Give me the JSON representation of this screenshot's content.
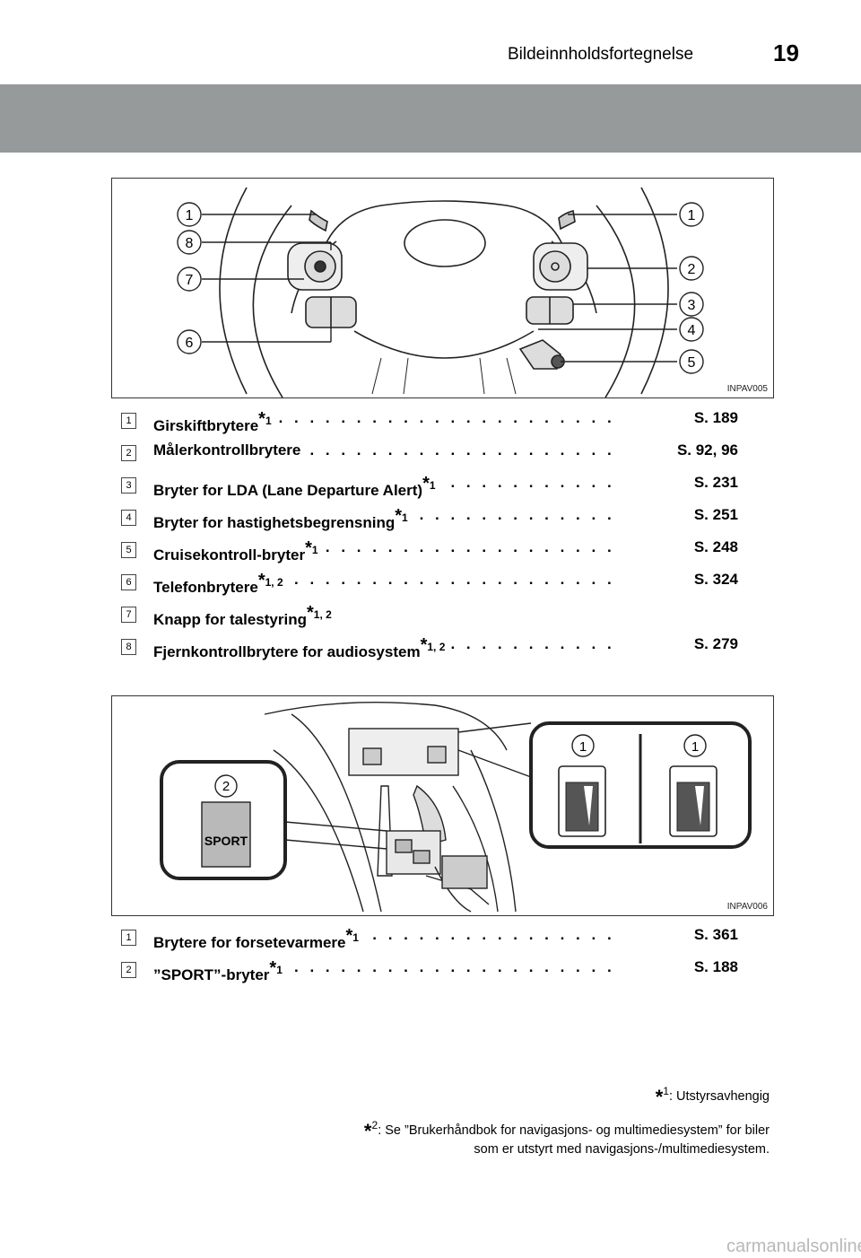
{
  "header": {
    "title": "Bildeinnholdsfortegnelse",
    "page_number": "19"
  },
  "figure1": {
    "code": "INPAV005",
    "callouts": [
      "1",
      "8",
      "7",
      "6",
      "1",
      "2",
      "3",
      "4",
      "5"
    ]
  },
  "list1": [
    {
      "idx": "1",
      "label": "Girskiftbrytere",
      "sup": "1",
      "page": "S. 189"
    },
    {
      "idx": "2",
      "label": "Målerkontrollbrytere",
      "sup": "",
      "page": "S. 92, 96"
    },
    {
      "idx": "3",
      "label": "Bryter for LDA (Lane Departure Alert)",
      "sup": "1",
      "page": "S. 231"
    },
    {
      "idx": "4",
      "label": "Bryter for hastighetsbegrensning",
      "sup": "1",
      "page": "S. 251"
    },
    {
      "idx": "5",
      "label": "Cruisekontroll-bryter",
      "sup": "1",
      "page": "S. 248"
    },
    {
      "idx": "6",
      "label": "Telefonbrytere",
      "sup": "1, 2",
      "page": "S. 324"
    },
    {
      "idx": "7",
      "label": "Knapp for talestyring",
      "sup": "1, 2",
      "page": ""
    },
    {
      "idx": "8",
      "label": "Fjernkontrollbrytere for audiosystem",
      "sup": "1, 2",
      "page": "S. 279"
    }
  ],
  "figure2": {
    "code": "INPAV006",
    "callouts": [
      "2",
      "1",
      "1"
    ],
    "sport_label": "SPORT"
  },
  "list2": [
    {
      "idx": "1",
      "label": "Brytere for forsetevarmere",
      "sup": "1",
      "page": "S. 361"
    },
    {
      "idx": "2",
      "label": "”SPORT”-bryter",
      "sup": "1",
      "page": "S. 188"
    }
  ],
  "notes": {
    "star": "*",
    "n1_sup": "1",
    "n1_text": ": Utstyrsavhengig",
    "n2_sup": "2",
    "n2_line1": ": Se ”Brukerhåndbok for navigasjons- og multimediesystem” for biler",
    "n2_line2": "som er utstyrt med navigasjons-/multimediesystem."
  },
  "footer": {
    "watermark": "carmanualsonline.info"
  }
}
